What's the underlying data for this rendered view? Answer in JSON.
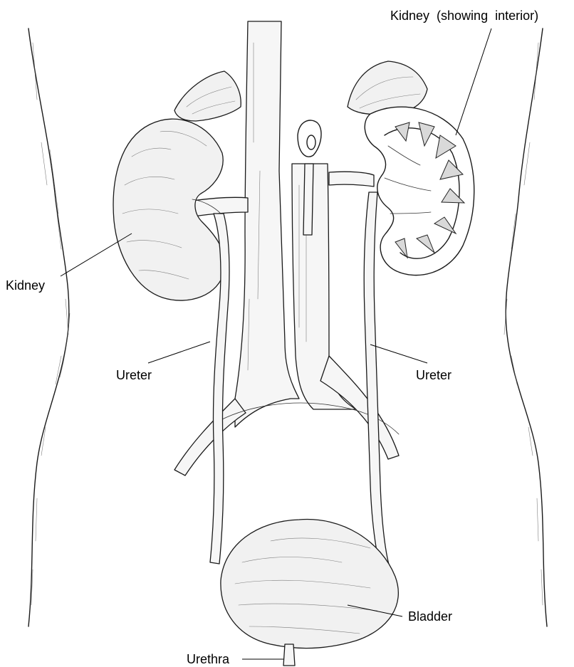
{
  "diagram": {
    "labels": {
      "kidney_interior": "Kidney  (showing  interior)",
      "kidney": "Kidney",
      "ureter_left": "Ureter",
      "ureter_right": "Ureter",
      "bladder": "Bladder",
      "urethra": "Urethra"
    }
  }
}
